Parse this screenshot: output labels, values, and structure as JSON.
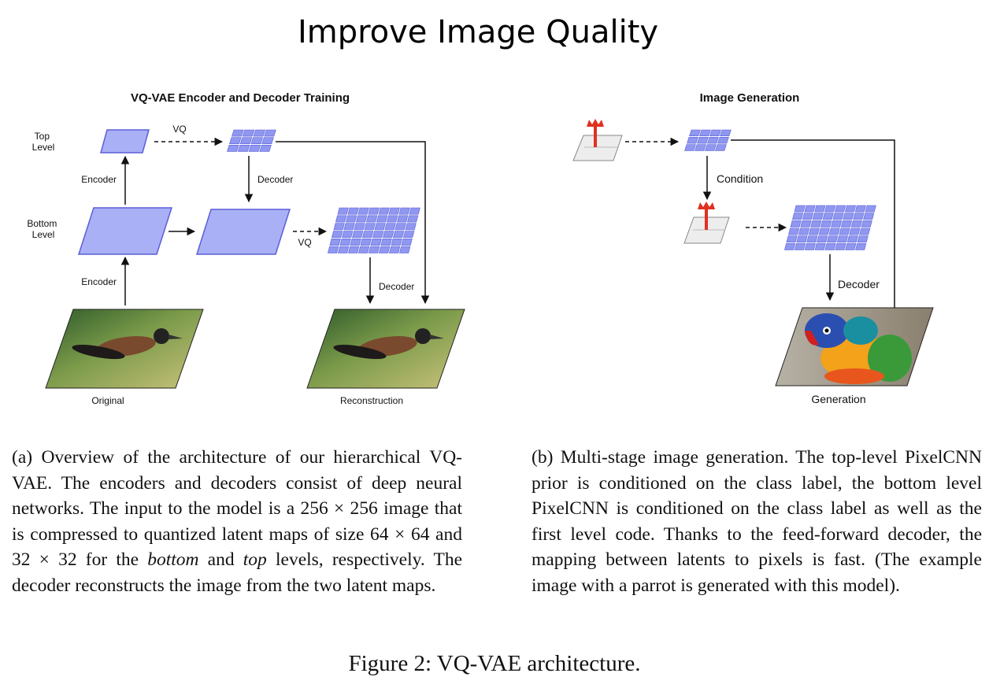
{
  "slide": {
    "title": "Improve Image Quality"
  },
  "panel_a": {
    "title": "VQ-VAE Encoder and Decoder Training",
    "labels": {
      "top_level": [
        "Top",
        "Level"
      ],
      "bottom_level": [
        "Bottom",
        "Level"
      ],
      "encoder_top": "Encoder",
      "encoder_bottom": "Encoder",
      "vq_top": "VQ",
      "vq_bottom": "VQ",
      "decoder_top": "Decoder",
      "decoder_bottom": "Decoder",
      "original": "Original",
      "reconstruction": "Reconstruction"
    },
    "caption": {
      "part1": "(a) Overview of the architecture of our hierarchical VQ-VAE. The encoders and decoders consist of deep neural networks. The input to the model is a 256 × 256 image that is compressed to quantized latent maps of size 64 × 64 and 32 × 32 for the ",
      "em1": "bottom",
      "part2": " and ",
      "em2": "top",
      "part3": " levels, respectively. The decoder reconstructs the image from the two latent maps."
    }
  },
  "panel_b": {
    "title": "Image Generation",
    "labels": {
      "condition": "Condition",
      "decoder": "Decoder",
      "generation": "Generation"
    },
    "caption": "(b) Multi-stage image generation. The top-level PixelCNN prior is conditioned on the class label, the bottom level PixelCNN is conditioned on the class label as well as the first level code. Thanks to the feed-forward decoder, the mapping between latents to pixels is fast. (The example image with a parrot is generated with this model)."
  },
  "figure_caption": "Figure 2: VQ-VAE architecture.",
  "colors": {
    "latent_fill": "#aab0f5",
    "latent_stroke": "#5a5fd8",
    "grid_fill": "#8f97f0",
    "arrow": "#111111",
    "pixelcnn_red": "#e03020"
  }
}
